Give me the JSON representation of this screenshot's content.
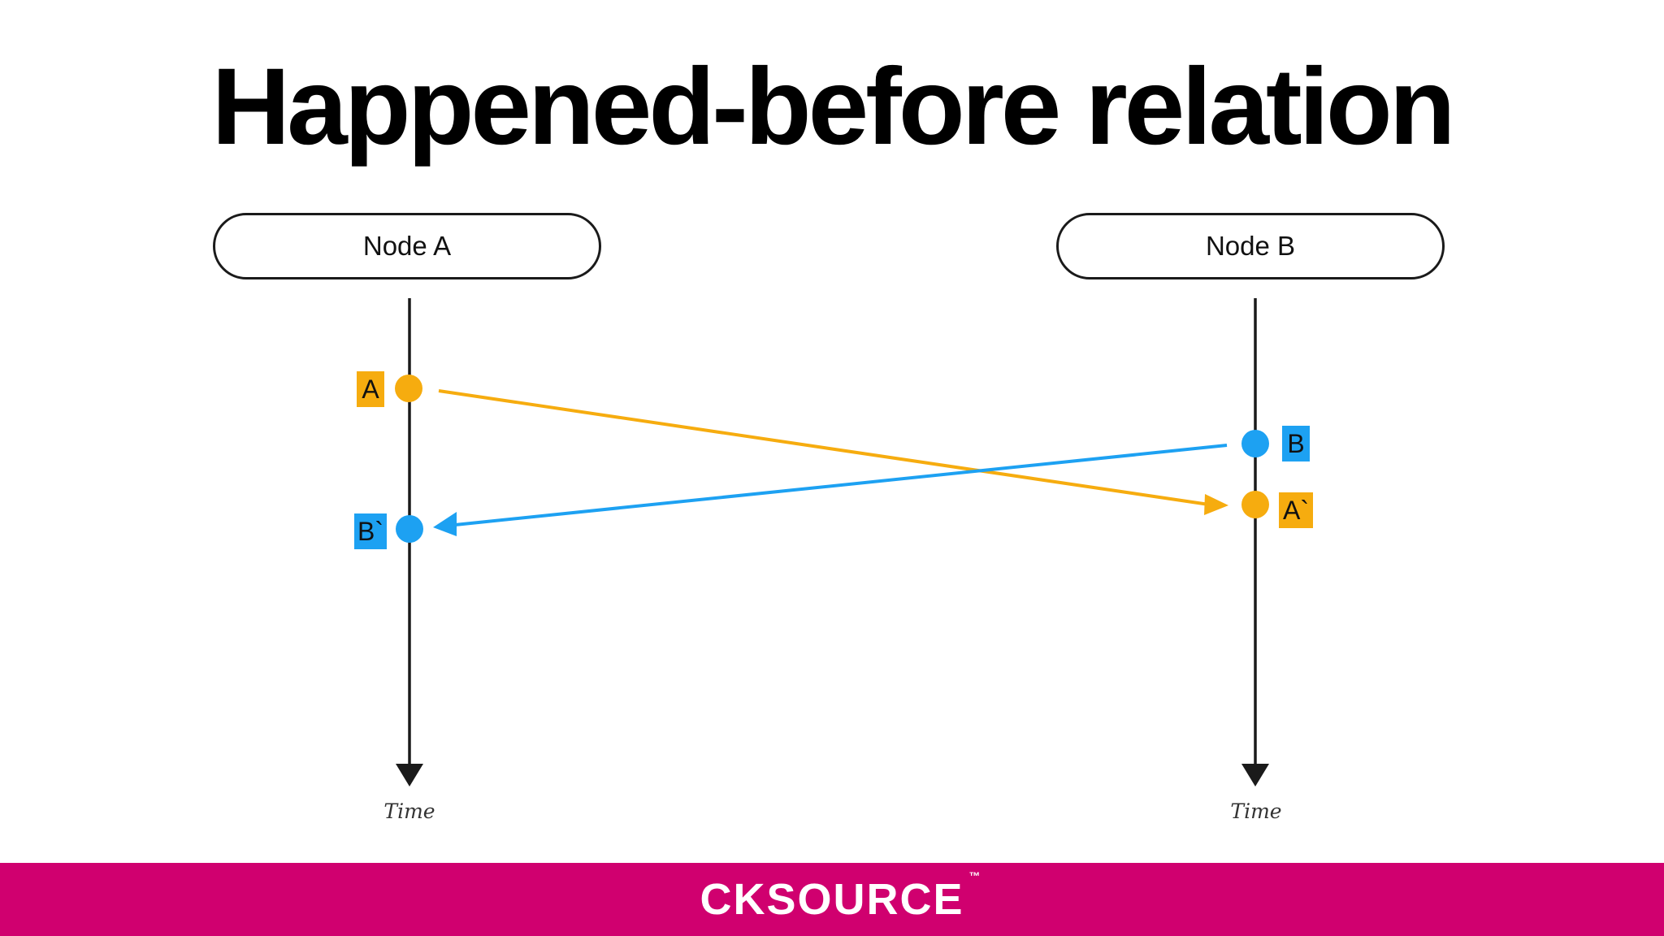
{
  "title": "Happened-before relation",
  "nodes": [
    {
      "label": "Node A"
    },
    {
      "label": "Node B"
    }
  ],
  "events": {
    "a": "A",
    "a_prime": "A`",
    "b": "B",
    "b_prime": "B`"
  },
  "time_label": "Time",
  "colors": {
    "orange": "#f6ac0f",
    "blue": "#1da1f2",
    "footer": "#d0006f"
  },
  "footer": {
    "logo": "CKSOURCE",
    "tm": "™"
  }
}
